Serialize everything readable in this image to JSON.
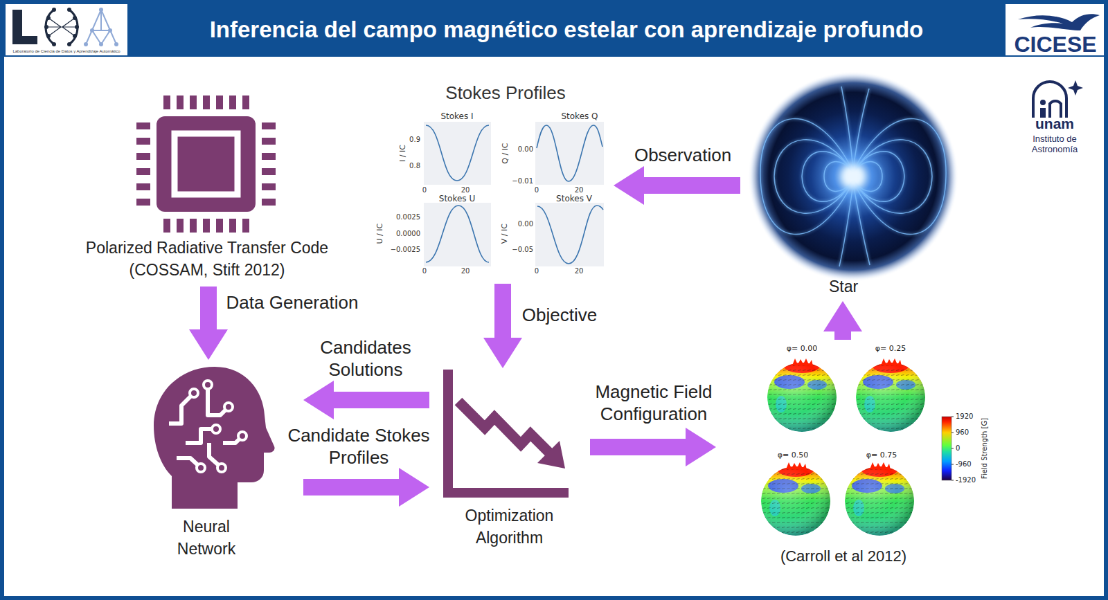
{
  "diagram": {
    "title": "Inferencia del campo magnético estelar con aprendizaje profundo",
    "nodes": [
      {
        "text": [
          "Polarized Radiative Transfer Code (COSSAM, Stift 2012)"
        ]
      },
      {
        "text": [
          "Stokes Profiles"
        ]
      },
      {
        "text": [
          "Stokes I",
          "I / IC",
          "0.9",
          "0.8",
          "0",
          "20"
        ],
        "in": 1
      },
      {
        "text": [
          "Stokes Q",
          "Q / IC",
          "0.00",
          "−0.01",
          "0",
          "20"
        ],
        "in": 1
      },
      {
        "text": [
          "Stokes U",
          "U / IC",
          "0.0025",
          "0.0000",
          "−0.0025",
          "0",
          "20"
        ],
        "in": 1
      },
      {
        "text": [
          "Stokes V",
          "V / IC",
          "0.00",
          "−0.05",
          "0",
          "20"
        ],
        "in": 1
      },
      {
        "text": [
          "Star"
        ]
      },
      {
        "text": [
          "Neural Network"
        ]
      },
      {
        "text": [
          "Optimization Algorithm"
        ]
      },
      {
        "text": [
          "φ= 0.00",
          "φ= 0.25",
          "φ= 0.50",
          "φ= 0.75",
          "1920",
          "960",
          "0",
          "-960",
          "-1920",
          "Field Strength [G]",
          "(Carroll et al 2012)"
        ]
      }
    ],
    "edges": [
      {
        "from": 6,
        "to": 1,
        "label": "Observation",
        "arrow": "to"
      },
      {
        "from": 0,
        "to": 7,
        "label": "Data Generation",
        "arrow": "to"
      },
      {
        "from": 1,
        "to": 8,
        "label": "Objective",
        "arrow": "to"
      },
      {
        "from": 8,
        "to": 7,
        "label": "Candidates Solutions",
        "arrow": "to"
      },
      {
        "from": 7,
        "to": 8,
        "label": "Candidate Stokes Profiles",
        "arrow": "to"
      },
      {
        "from": 8,
        "to": 9,
        "label": "Magnetic Field Configuration",
        "arrow": "to"
      },
      {
        "from": 9,
        "to": 6,
        "arrow": "to"
      }
    ],
    "labels": [
      "Laboratorio de Ciencia de Datos y Aprendizaje Automático",
      "CICESE",
      "unam",
      "Instituto de",
      "Astronomía"
    ]
  }
}
